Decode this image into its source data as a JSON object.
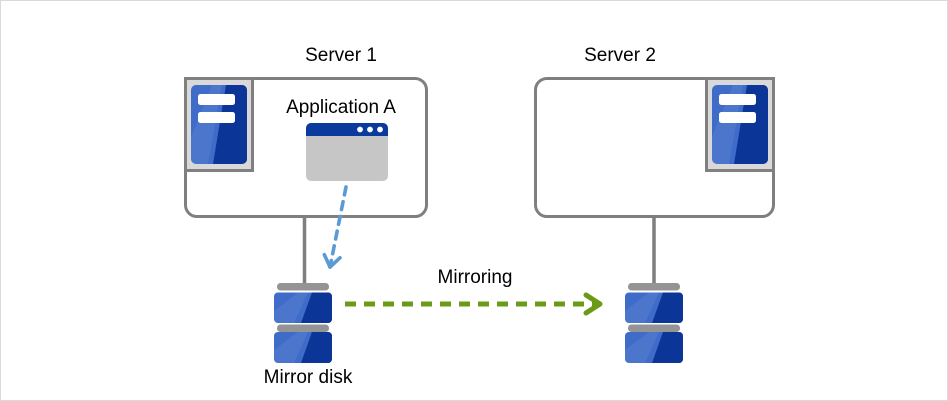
{
  "diagram": {
    "server1": {
      "label": "Server 1",
      "application": {
        "label": "Application A"
      }
    },
    "server2": {
      "label": "Server 2"
    },
    "mirror_disk": {
      "label": "Mirror disk"
    },
    "mirroring_arrow": {
      "label": "Mirroring"
    },
    "icons": {
      "server": "tower-server-icon",
      "application_window": "app-window-icon",
      "disk": "disk-stack-icon",
      "app_to_disk": "dashed-blue-arrow-icon",
      "mirroring": "dashed-green-arrow-icon"
    },
    "colors": {
      "box_border": "#7f7f7f",
      "icon_frame_fill": "#d9d9d9",
      "icon_frame_border": "#808080",
      "tower_blue": "#3e6cc8",
      "tower_blue_dark": "#0b3596",
      "window_titlebar": "#0a3a9e",
      "window_body": "#c6c6c6",
      "disk_bar": "#949494",
      "arrow_blue": "#5b9bd5",
      "arrow_green": "#6a9b16",
      "canvas_border": "#d9d9d9",
      "text": "#000000"
    }
  }
}
